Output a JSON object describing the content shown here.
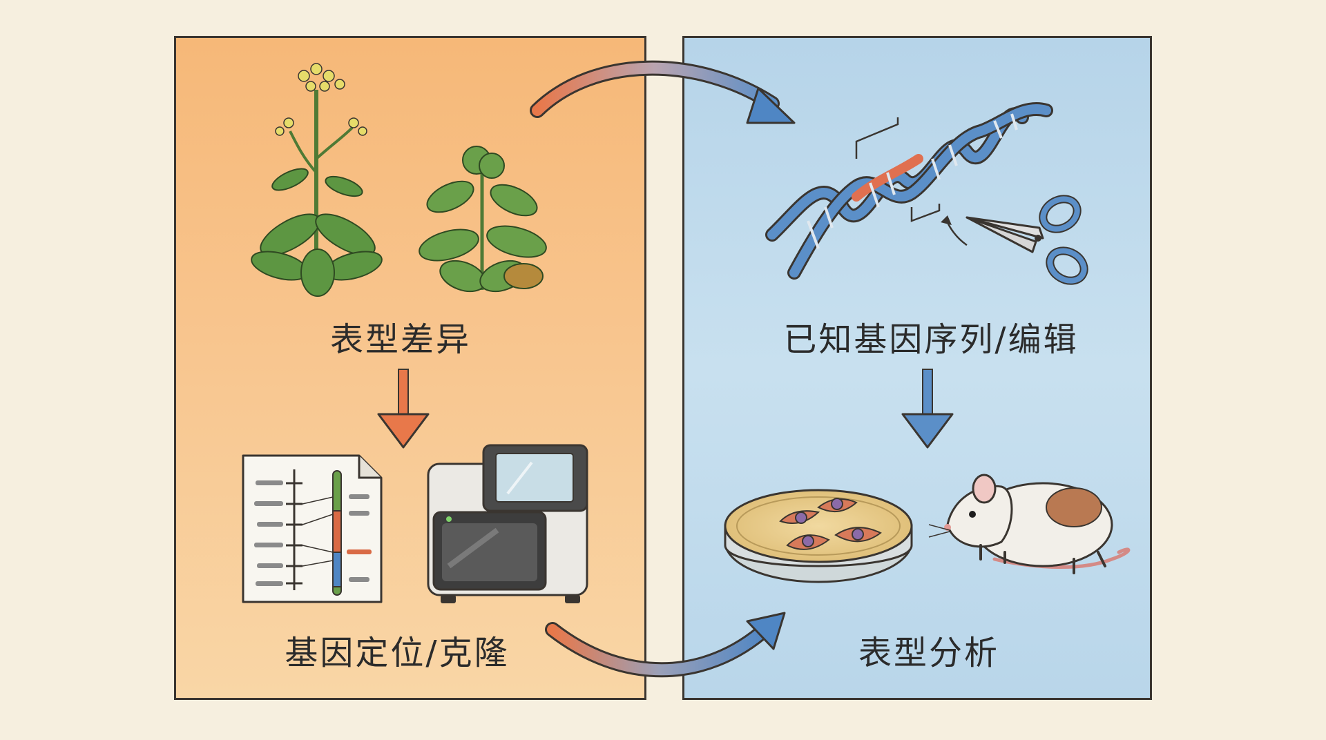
{
  "diagram": {
    "left_panel": {
      "label_top": "表型差异",
      "label_bottom": "基因定位/克隆"
    },
    "right_panel": {
      "label_top": "已知基因序列/编辑",
      "label_bottom": "表型分析"
    },
    "colors": {
      "left_panel": "#f7bd80",
      "right_panel": "#bdd9ec",
      "arrow_orange": "#e8784a",
      "arrow_blue": "#5b8fc8"
    },
    "icons": [
      "plant-icon",
      "mutant-plant-icon",
      "gene-map-icon",
      "sequencer-icon",
      "dna-icon",
      "scissors-icon",
      "petri-dish-icon",
      "mouse-icon"
    ]
  }
}
